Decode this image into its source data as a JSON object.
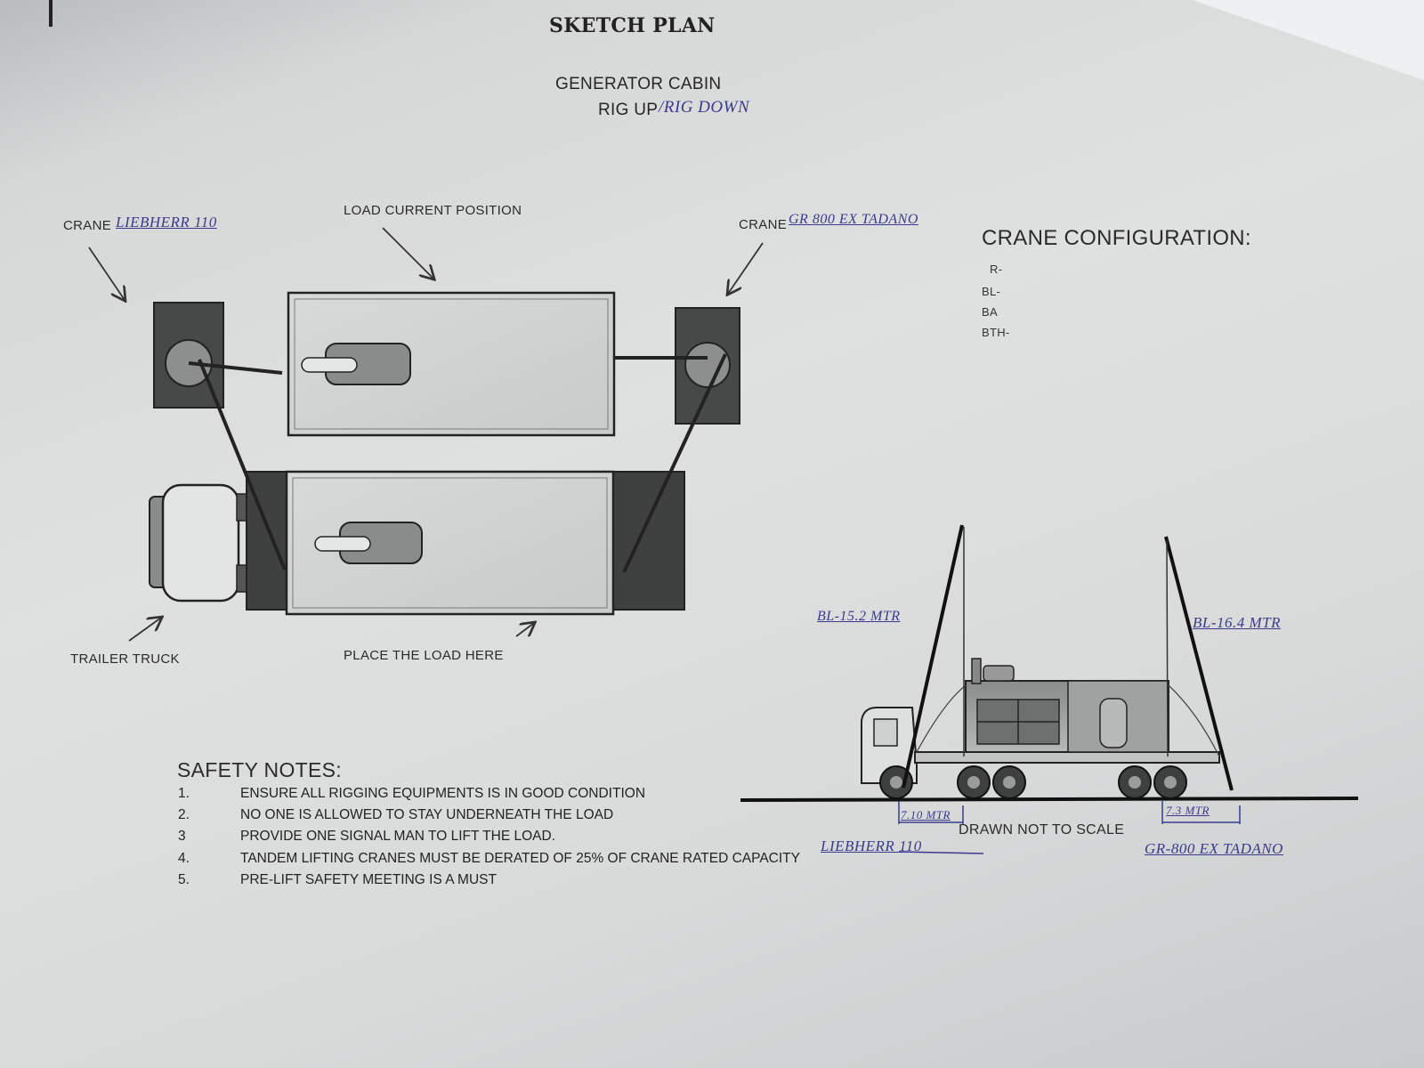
{
  "header": {
    "title": "SKETCH PLAN",
    "subtitle": "GENERATOR CABIN",
    "rig_label": "RIG UP",
    "rig_handwritten": "/RIG DOWN"
  },
  "plan_view": {
    "crane_left_label": "CRANE",
    "crane_left_handwritten": "LIEBHERR 110",
    "crane_right_label": "CRANE",
    "crane_right_handwritten": "GR 800 EX TADANO",
    "load_current_position": "LOAD CURRENT POSITION",
    "trailer_truck": "TRAILER TRUCK",
    "place_load_here": "PLACE THE LOAD HERE"
  },
  "crane_configuration": {
    "title": "CRANE CONFIGURATION:",
    "items": [
      "R-",
      "BL-",
      "BA",
      "BTH-"
    ]
  },
  "elevation_view": {
    "left_boom_handwritten": "BL-15.2 MTR",
    "right_boom_handwritten": "BL-16.4 MTR",
    "left_radius_handwritten": "7.10 MTR",
    "right_radius_handwritten": "7.3 MTR",
    "scale_note": "DRAWN NOT TO SCALE",
    "left_crane_handwritten": "LIEBHERR 110",
    "right_crane_handwritten": "GR-800 EX TADANO"
  },
  "safety": {
    "title": "SAFETY NOTES:",
    "notes": [
      {
        "num": "1.",
        "text": "ENSURE ALL RIGGING EQUIPMENTS IS IN GOOD CONDITION"
      },
      {
        "num": "2.",
        "text": "NO ONE IS ALLOWED TO STAY UNDERNEATH THE LOAD"
      },
      {
        "num": "3",
        "text": "PROVIDE ONE SIGNAL MAN TO LIFT THE LOAD."
      },
      {
        "num": "4.",
        "text": "TANDEM LIFTING CRANES MUST BE DERATED OF 25% OF CRANE RATED CAPACITY"
      },
      {
        "num": "5.",
        "text": "PRE-LIFT SAFETY MEETING IS A MUST"
      }
    ]
  }
}
